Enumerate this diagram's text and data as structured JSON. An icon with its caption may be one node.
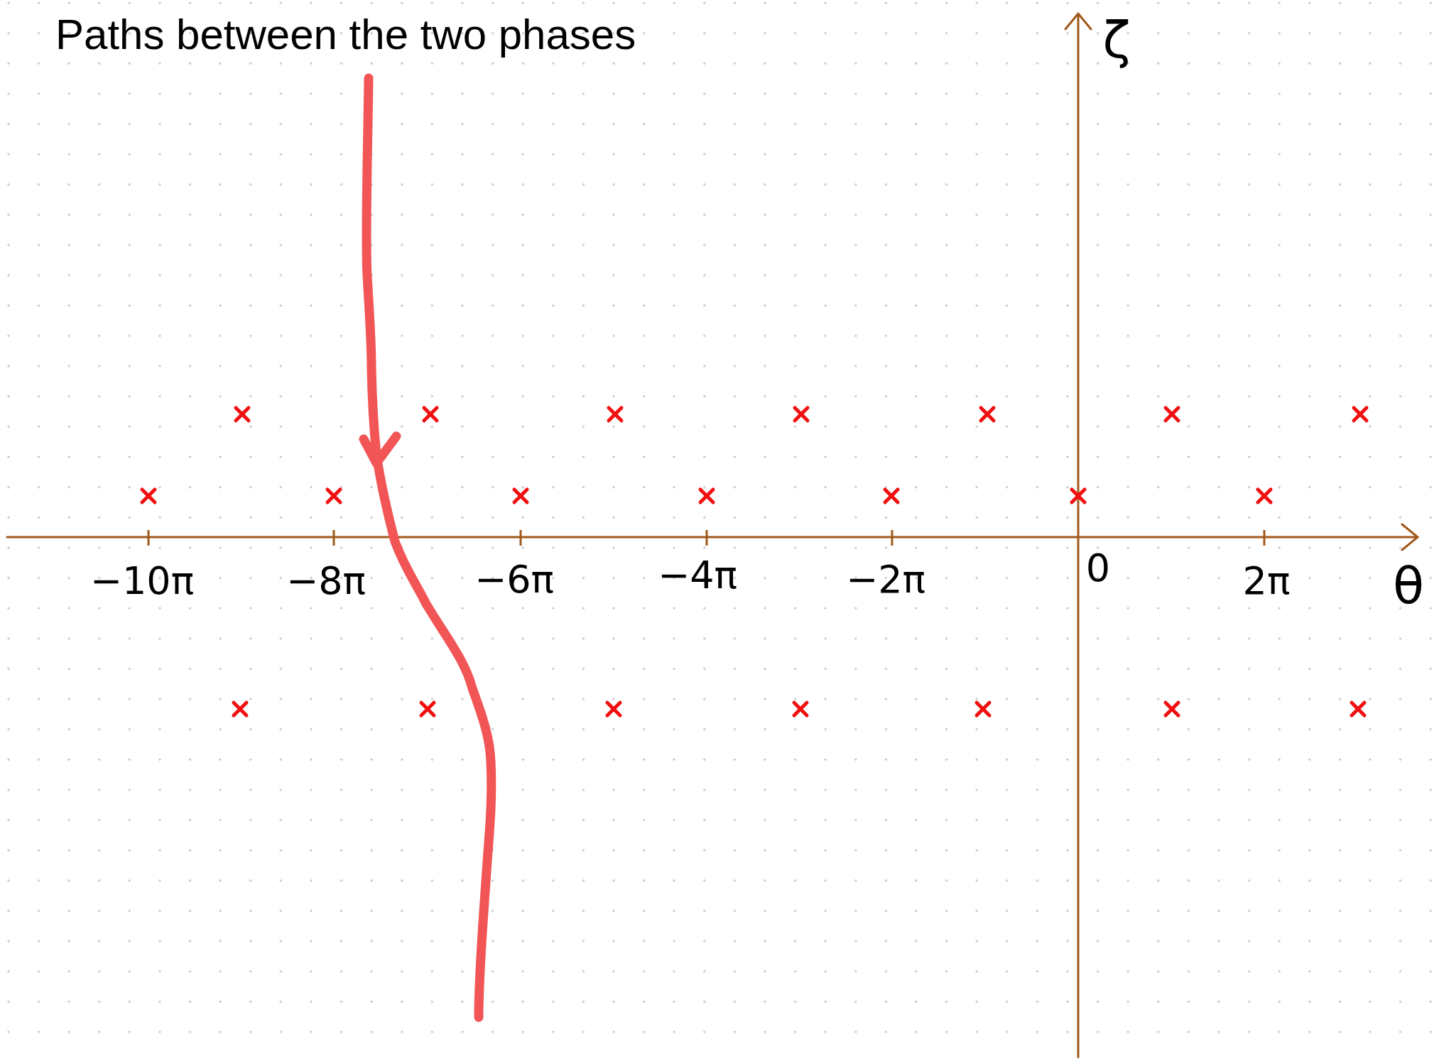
{
  "diagram": {
    "title": "Paths between the two phases",
    "labels": [
      "ζ",
      "−10π",
      "−8π",
      "−6π",
      "−4π",
      "−2π",
      "0",
      "2π",
      "θ"
    ]
  }
}
